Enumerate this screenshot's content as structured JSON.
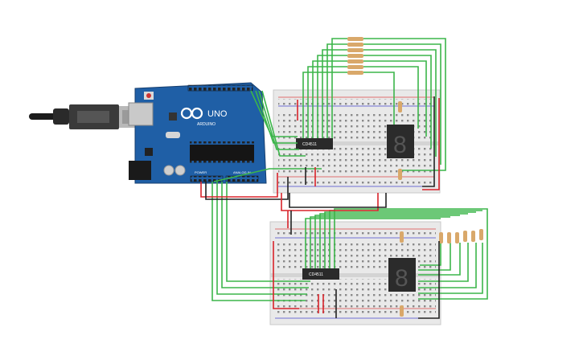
{
  "arduino": {
    "logo_text": "ARDUINO",
    "model": "UNO",
    "power_label": "POWER",
    "analog_label": "ANALOG IN"
  },
  "chips": [
    {
      "label": "CD4511"
    },
    {
      "label": "CD4511"
    }
  ],
  "colors": {
    "board": "#1f5fa6",
    "wire_green": "#3cb54a",
    "wire_red": "#d8232a",
    "wire_black": "#222222",
    "breadboard": "#e9e9e9",
    "display": "#2b2b2b",
    "resistor": "#d9a86a"
  },
  "display_digits": [
    "8",
    "8"
  ],
  "icons": [
    "usb-cable-icon",
    "arduino-logo-icon"
  ]
}
